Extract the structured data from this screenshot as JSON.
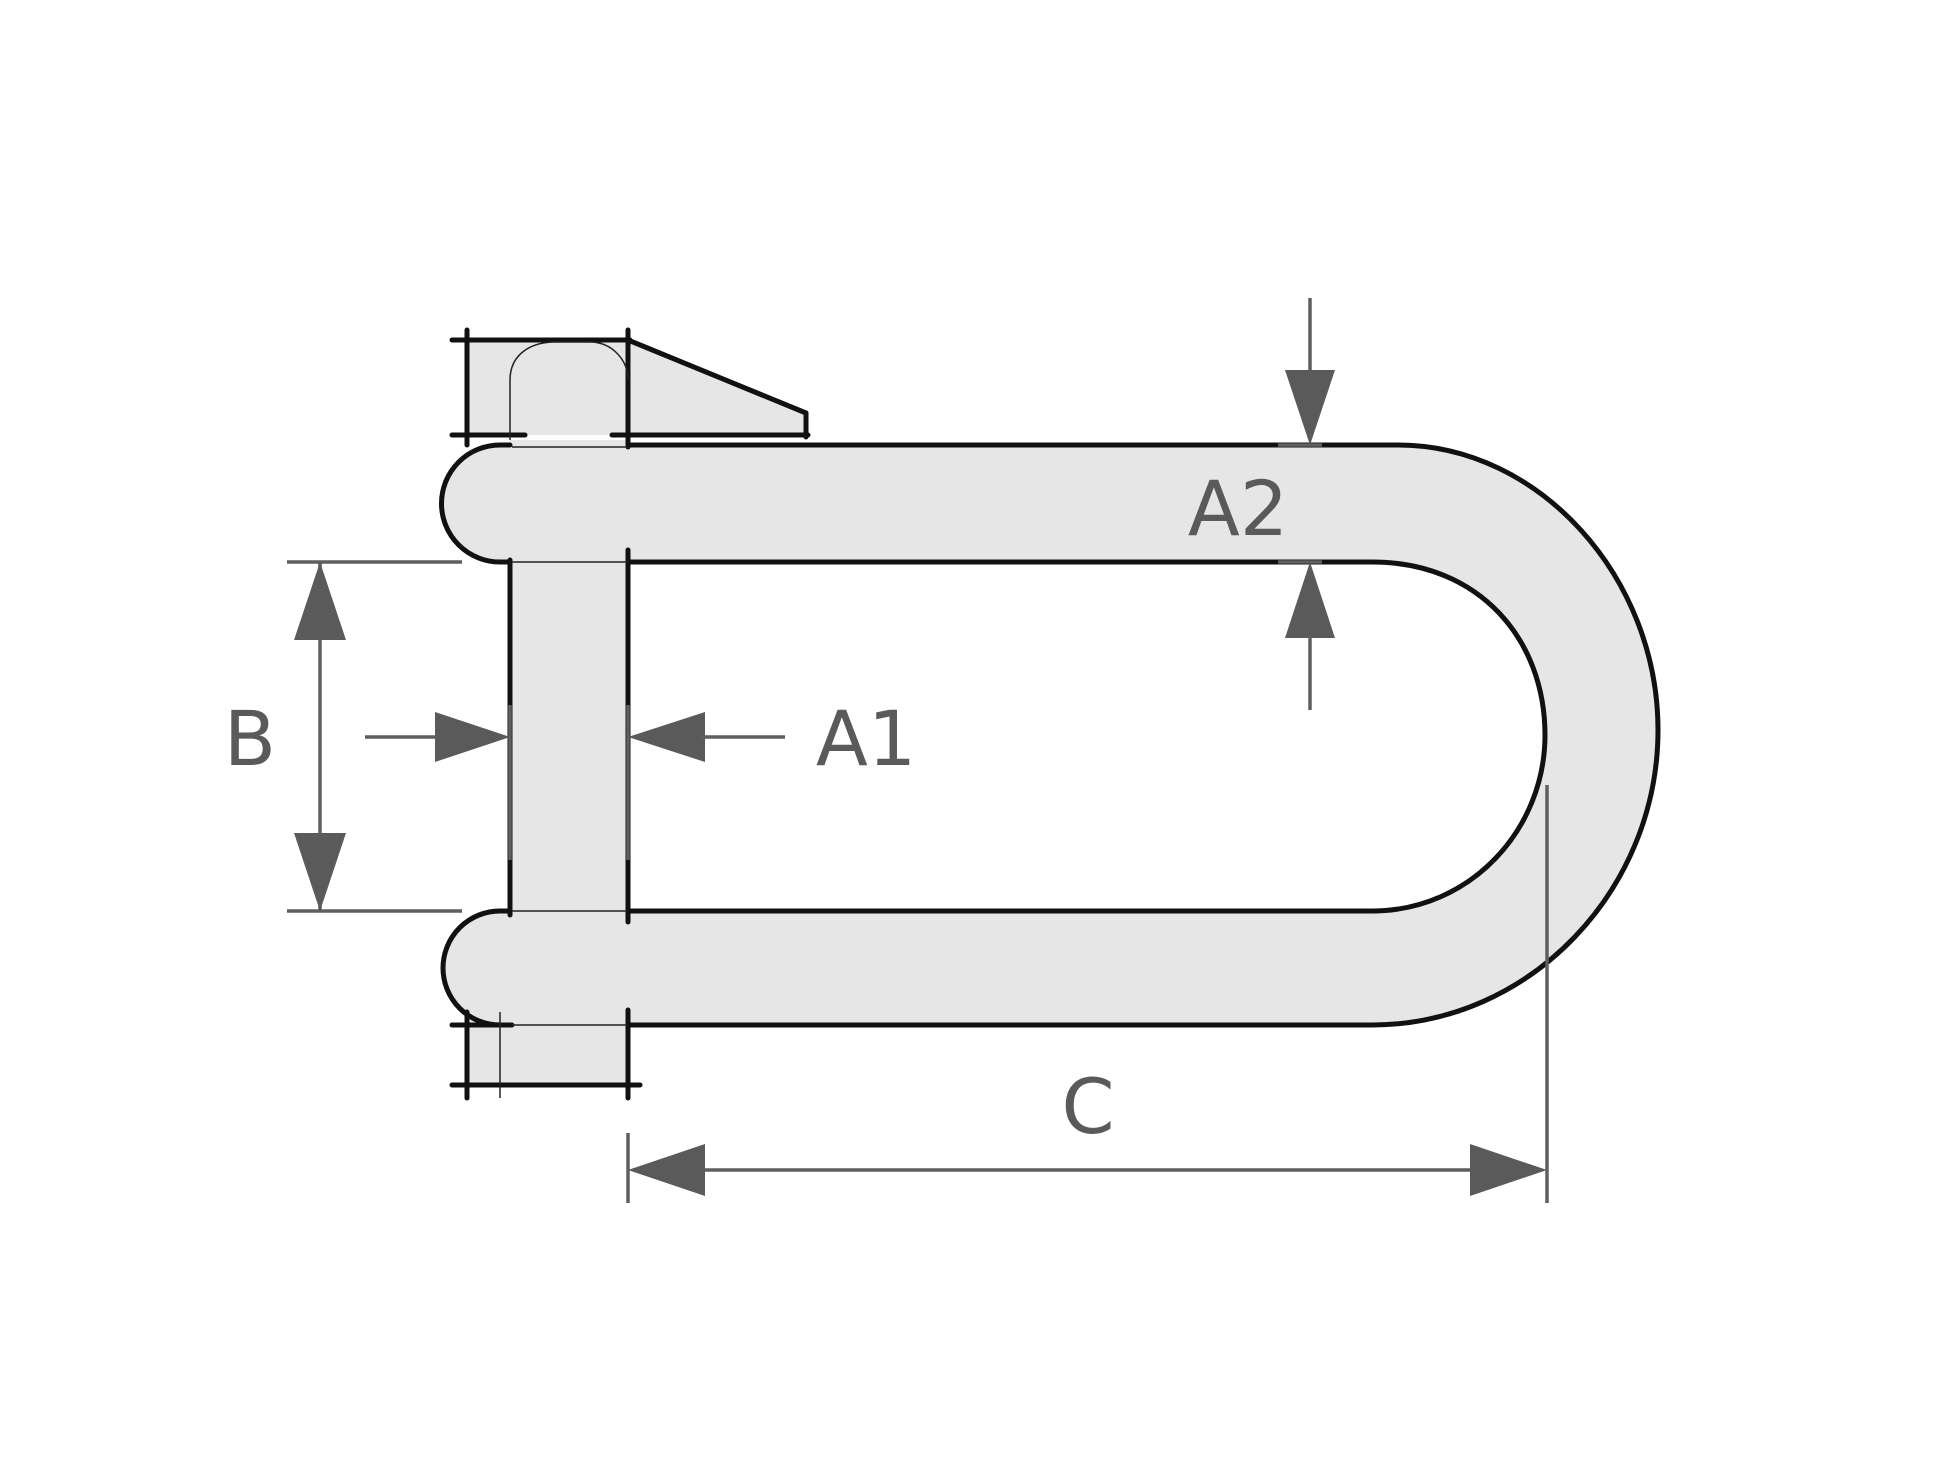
{
  "diagram": {
    "labels": {
      "a1": "A1",
      "a2": "A2",
      "b": "B",
      "c": "C"
    },
    "colors": {
      "body_fill": "#e6e6e6",
      "outline": "#111111",
      "dimension": "#5f5f5f",
      "text": "#5a5a5a"
    }
  }
}
